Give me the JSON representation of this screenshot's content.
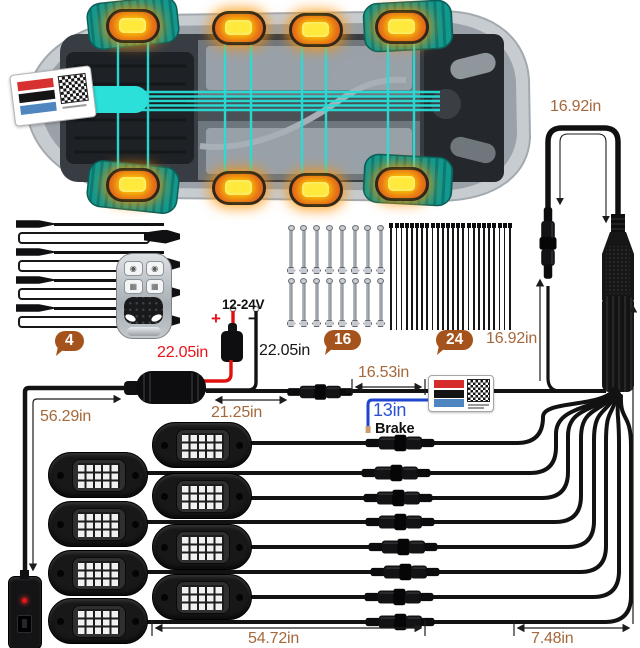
{
  "dims": {
    "loop": "16.92in",
    "red_wire": "22.05in",
    "black_wire": "22.05in",
    "mid_drop": "16.92in",
    "controller_lead": "16.53in",
    "brake_wire": "13in",
    "switch_lead": "56.29in",
    "box_to_connector": "21.25in",
    "bottom_long": "54.72in",
    "bottom_short": "7.48in"
  },
  "power": {
    "voltage": "12-24V",
    "plus": "+",
    "minus": "−"
  },
  "brake_label": "Brake",
  "badges": {
    "cables": "4",
    "screws": "16",
    "zipties": "24"
  },
  "counts": {
    "cables": 4,
    "screws_per_row": 8,
    "zipties": 24,
    "pods_per_column": 4
  },
  "colors": {
    "dimension_text": "#a5683a",
    "badge": "#a5531c",
    "red_text": "#e8131b",
    "blue_text": "#2b52d4",
    "teal_mounts": "#12998f",
    "cyan_wiring": "#29ded7",
    "amber_light": "#ffe93c"
  }
}
